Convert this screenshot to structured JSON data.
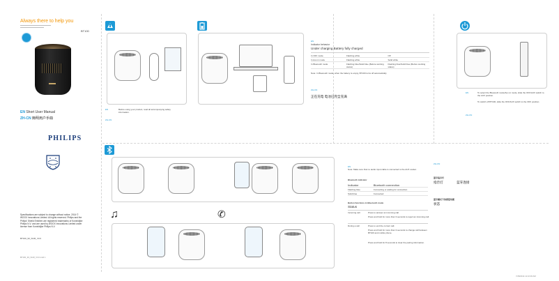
{
  "cover": {
    "headline": "Always there to help you",
    "model": "BT100",
    "manual_en": "Short User Manual",
    "manual_en_lang": "EN",
    "manual_zh": "簡明用户手冊",
    "manual_zh_lang": "ZH-CN",
    "brand": "PHILIPS",
    "specs": "Specifications are subject to change without notice. 2014 © WOOX Innovations Limited. All rights reserved. Philips and the Philips' Shield Emblem are registered trademarks of Koninklijke Philips N.V. and are used by WOOX Innovations Limited under license from Koninklijke Philips N.V.",
    "doc_code": "BT100_93_SUM_V3.0"
  },
  "safety": {
    "en_lang": "EN",
    "en_text": "Before using your product, read all accompanying safety information.",
    "zh_lang": "ZH-CN"
  },
  "charging": {
    "lang": "EN",
    "heading": "Indicator behavior",
    "subheading": "Under charging  Battery fully charged",
    "rows": [
      [
        "In OFF mode",
        "Flashing white",
        "Off"
      ],
      [
        "In Aux-in mode",
        "Flashing white",
        "Solid white"
      ],
      [
        "In Bluetooth mode",
        "Flashing blue/Solid blue (Before working status)",
        "Flashing blue/Solid blue (Before working status)"
      ]
    ],
    "note": "Note: In Bluetooth mode, when the battery is empty, BT100 turns off automatically.",
    "zh_lang": "ZH-CN",
    "zh_heading": "正在充电   电池已完全充满"
  },
  "power": {
    "en_lang": "EN",
    "en_on": "To select the Bluetooth mode/Aux-in mode, slide the OFF/AUX switch to the AUX position.",
    "en_off": "To switch off BT100, slide the OFF/AUX switch to the OFF position.",
    "zh_lang": "ZH-CN"
  },
  "bluetooth": {
    "en_lang": "EN",
    "note": "Note: Make sure that no audio input cable is connected to the AUX socket.",
    "indicator_heading": "Bluetooth indicator",
    "table1_header": [
      "Indicator",
      "Bluetooth connection"
    ],
    "table1_rows": [
      [
        "Flashing blue",
        "Connecting or waiting for connection"
      ],
      [
        "Solid blue",
        "Connected"
      ]
    ],
    "button_heading": "Button functions in Bluetooth mode",
    "status_label": "Status",
    "incoming_label": "Incoming call",
    "incoming_actions": [
      "Press to answer an incoming call.",
      "Press and hold for more than 3 seconds to reject an incoming call."
    ],
    "during_label": "During a call",
    "during_actions": [
      "Press to end the current call.",
      "Press and hold for more than 3 seconds to change call between BT100 and mobile phone.",
      "Press and hold for 8 seconds to clear the pairing information."
    ],
    "zh_lang": "ZH-CN",
    "zh_heading": "蓝牙指示灯",
    "zh_table_header": [
      "指示灯",
      "蓝牙连接"
    ],
    "zh_button_heading": "蓝牙模式下的按钮功能",
    "zh_status": "状态"
  },
  "footer": {
    "left": "BT100_93_SUM_V3.0.indd  1",
    "right": "7/28/2014  11:10:36 AM"
  },
  "colors": {
    "accent": "#1d9ad6",
    "headline": "#f39400",
    "brand": "#1b3d7a"
  }
}
